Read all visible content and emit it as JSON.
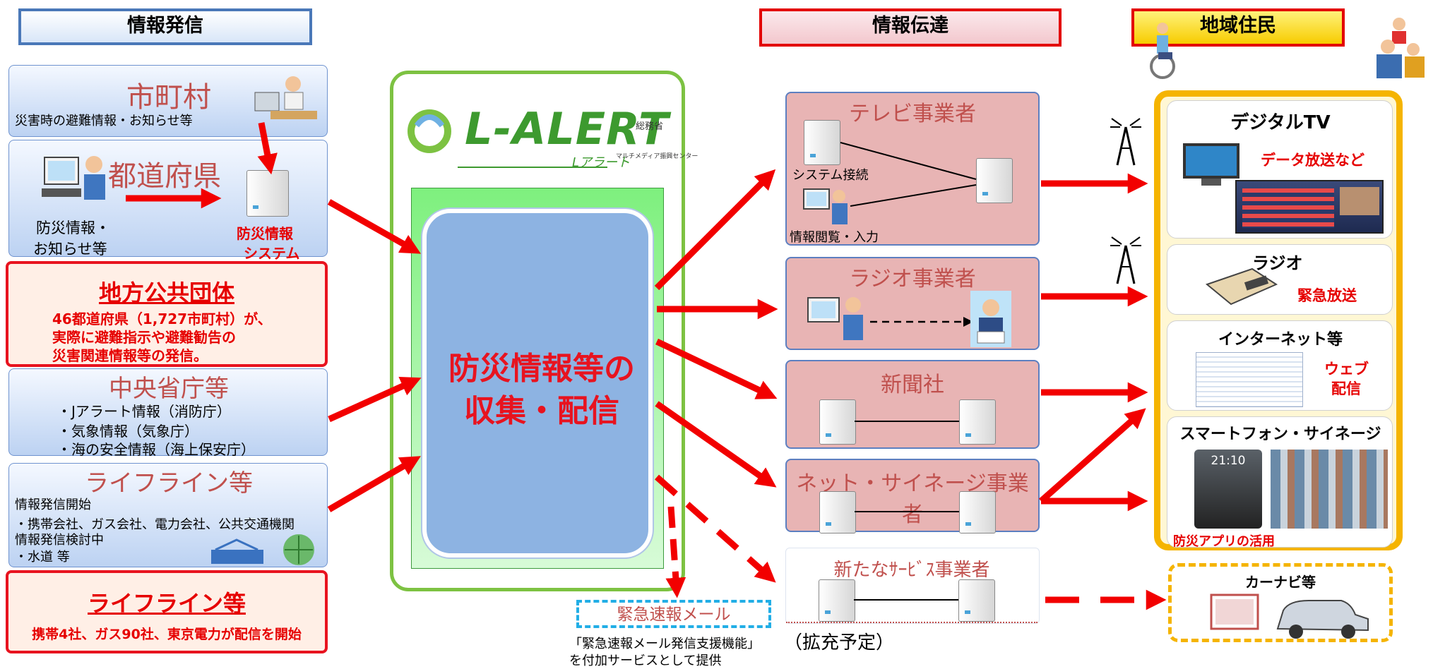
{
  "headers": {
    "sender": "情報発信",
    "transmission": "情報伝達",
    "residents": "地域住民"
  },
  "senders": {
    "municipality": {
      "title": "市町村",
      "desc": "災害時の避難情報・お知らせ等"
    },
    "prefecture": {
      "title": "都道府県",
      "desc1": "防災情報・",
      "desc2": "お知らせ等",
      "system1": "防災情報",
      "system2": "システム"
    },
    "local_gov": {
      "title": "地方公共団体",
      "line1": "46都道府県（1,727市町村）が、",
      "line2": "実際に避難指示や避難勧告の",
      "line3": "災害関連情報等の発信。"
    },
    "central": {
      "title": "中央省庁等",
      "items": [
        "・Jアラート情報（消防庁）",
        "・気象情報（気象庁）",
        "・海の安全情報（海上保安庁）"
      ]
    },
    "lifeline": {
      "title": "ライフライン等",
      "l1": "情報発信開始",
      "l2": "・携帯会社、ガス会社、電力会社、公共交通機関",
      "l3": "情報発信検討中",
      "l4": "・水道 等"
    },
    "lifeline_box": {
      "title": "ライフライン等",
      "desc": "携帯4社、ガス90社、東京電力が配信を開始"
    }
  },
  "center": {
    "logo": "L-ALERT",
    "logo_sub": "Lアラート",
    "main1": "防災情報等の",
    "main2": "収集・配信",
    "mini_logo1": "総務省",
    "mini_logo2": "マルチメディア振興センター"
  },
  "emergency": {
    "label": "緊急速報メール",
    "note1": "「緊急速報メール発信支援機能」",
    "note_big": "（拡充予定）",
    "note2": "を付加サービスとして提供"
  },
  "broadcasters": {
    "tv": {
      "title": "テレビ事業者",
      "system": "システム接続",
      "input": "情報閲覧・入力"
    },
    "radio": {
      "title": "ラジオ事業者"
    },
    "newspaper": {
      "title": "新聞社"
    },
    "net": {
      "title": "ネット・サイネージ事業者"
    },
    "new": {
      "title": "新たなｻｰﾋﾞｽ事業者"
    }
  },
  "residents": {
    "tv": {
      "title": "デジタルTV",
      "sub": "データ放送など"
    },
    "radio": {
      "title": "ラジオ",
      "sub": "緊急放送"
    },
    "internet": {
      "title": "インターネット等",
      "sub1": "ウェブ",
      "sub2": "配信"
    },
    "smart": {
      "title": "スマートフォン・サイネージ",
      "sub": "防災アプリの活用",
      "clock": "21:10"
    },
    "carnav": {
      "title": "カーナビ等"
    }
  },
  "colors": {
    "accent_red": "#e8131f",
    "border_blue": "#4a78b8",
    "green": "#7dc242",
    "center_blue": "#8db3e2",
    "pink": "#e8b4b4",
    "orange": "#f0a000"
  }
}
